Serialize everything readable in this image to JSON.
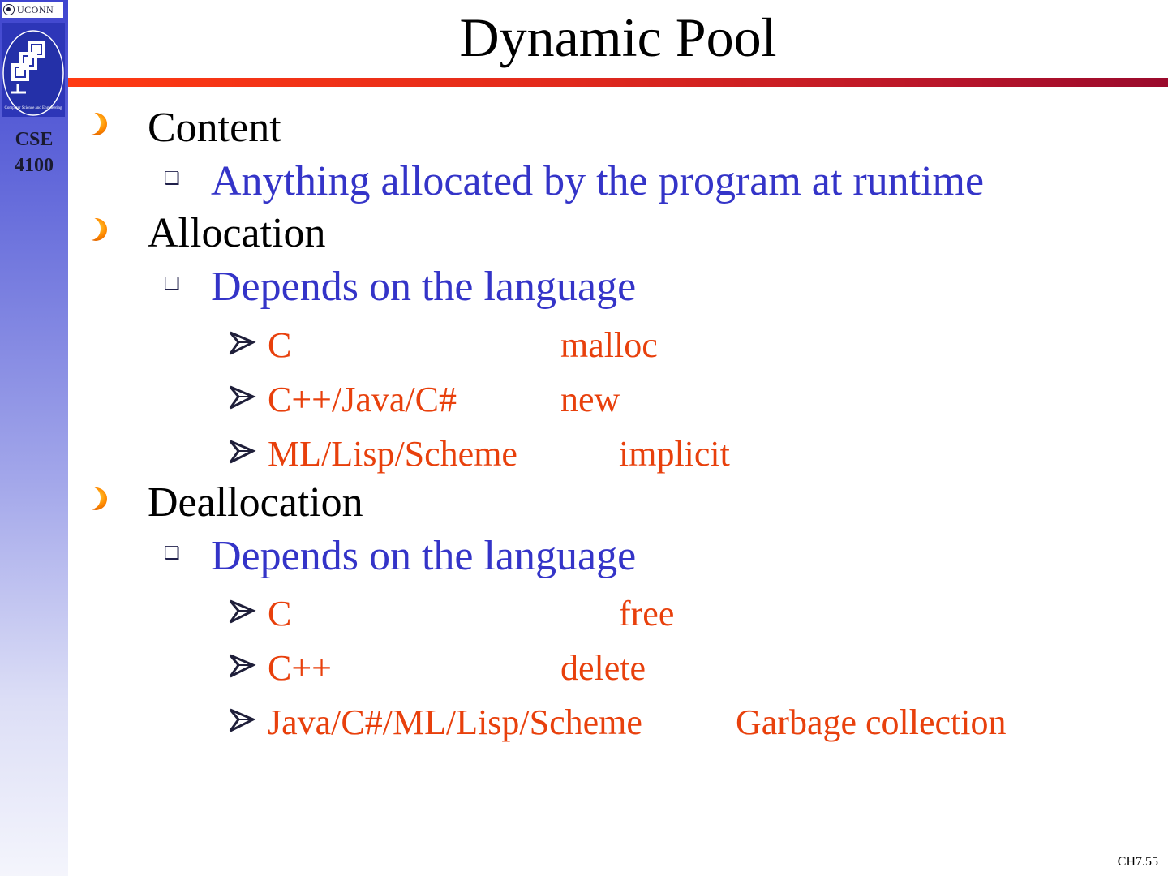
{
  "sidebar": {
    "uconn_label": "UCONN",
    "logo_ring_text": "Computer Science and Engineering",
    "course_line1": "CSE",
    "course_line2": "4100"
  },
  "slide": {
    "title": "Dynamic Pool",
    "footer": "CH7.55"
  },
  "sections": [
    {
      "heading": "Content",
      "sub": "Anything allocated by the program at runtime",
      "rows": []
    },
    {
      "heading": "Allocation",
      "sub": "Depends on the language",
      "rows": [
        {
          "lang": "C",
          "op": "malloc"
        },
        {
          "lang": "C++/Java/C#",
          "op": "new"
        },
        {
          "lang": "ML/Lisp/Scheme",
          "op": "implicit"
        }
      ]
    },
    {
      "heading": "Deallocation",
      "sub": "Depends on the language",
      "rows": [
        {
          "lang": "C",
          "op": "free"
        },
        {
          "lang": "C++",
          "op": "delete"
        },
        {
          "lang": "Java/C#/ML/Lisp/Scheme",
          "op": "Garbage collection"
        }
      ]
    }
  ],
  "colors": {
    "level1": "#000000",
    "level2": "#3434c8",
    "level3": "#e8400c",
    "title_rule_start": "#ff3a12",
    "title_rule_end": "#9a0a2c",
    "sidebar_top": "#3f45cf"
  },
  "icons": {
    "level1_bullet": "hollow-circle-bullet-icon",
    "level2_bullet": "square-box-bullet-icon",
    "level3_bullet": "arrow-bullet-icon"
  }
}
